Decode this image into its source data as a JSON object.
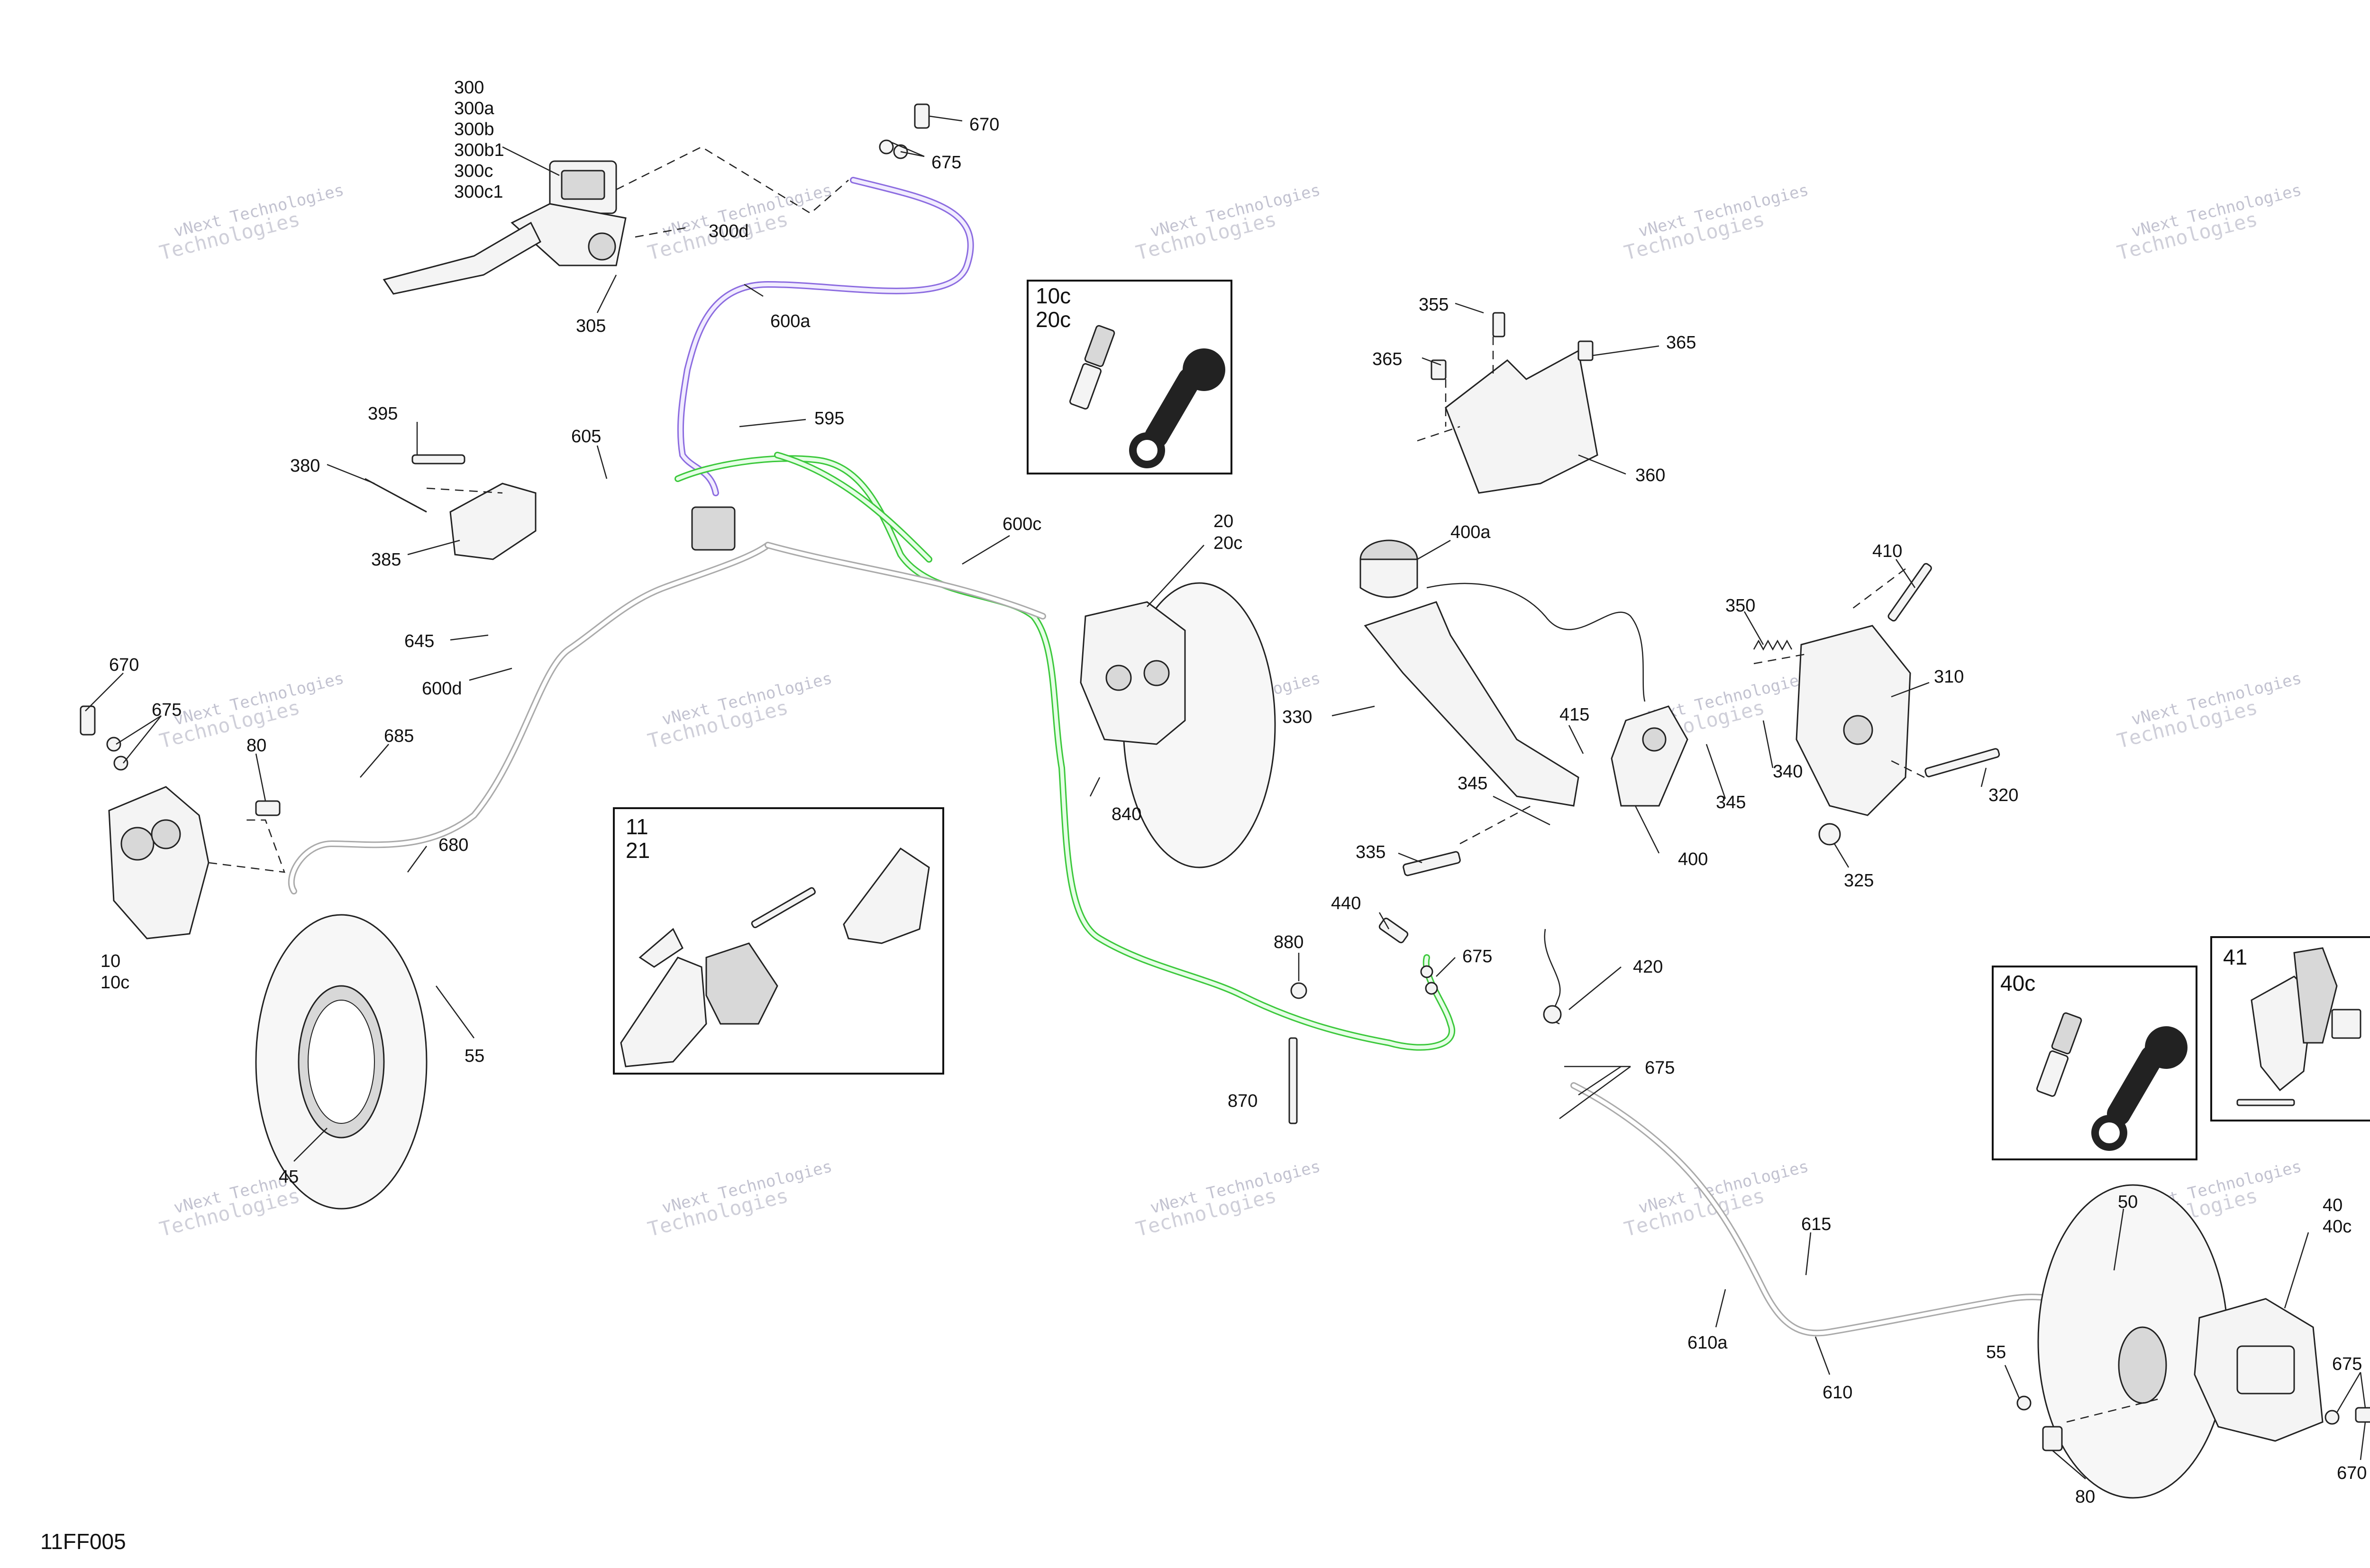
{
  "diagram_id": "11FF005",
  "watermark": {
    "line1": "vNext Technologies",
    "line2": "Technologies"
  },
  "callouts": {
    "c300": [
      "300",
      "300a",
      "300b",
      "300b1",
      "300c",
      "300c1"
    ],
    "c300d": "300d",
    "c305": "305",
    "c670_top": "670",
    "c675_top": "675",
    "c600a": "600a",
    "c395": "395",
    "c380": "380",
    "c385": "385",
    "c605": "605",
    "c595": "595",
    "c600c": "600c",
    "c20": [
      "20",
      "20c"
    ],
    "c645": "645",
    "c600d": "600d",
    "c670_left": "670",
    "c675_left": "675",
    "c80_left": "80",
    "c685": "685",
    "c680": "680",
    "c10": [
      "10",
      "10c"
    ],
    "c55_left": "55",
    "c45": "45",
    "c840": "840",
    "c880": "880",
    "c870": "870",
    "c440": "440",
    "c675_mid": "675",
    "c420": "420",
    "c675_sensor": "675",
    "c355": "355",
    "c365_left": "365",
    "c365_right": "365",
    "c360": "360",
    "c400a": "400a",
    "c410": "410",
    "c350": "350",
    "c310": "310",
    "c330": "330",
    "c415": "415",
    "c340": "340",
    "c345_left": "345",
    "c345_right": "345",
    "c320": "320",
    "c335": "335",
    "c400": "400",
    "c325": "325",
    "c615": "615",
    "c610a": "610a",
    "c610": "610",
    "c50": "50",
    "c40": [
      "40",
      "40c"
    ],
    "c55_right": "55",
    "c675_right": "675",
    "c670_right": "670",
    "c80_right": "80"
  },
  "insets": {
    "bleeder_front": [
      "10c",
      "20c"
    ],
    "pads_front": [
      "11",
      "21"
    ],
    "bleeder_rear": "40c",
    "pads_rear": "41"
  }
}
